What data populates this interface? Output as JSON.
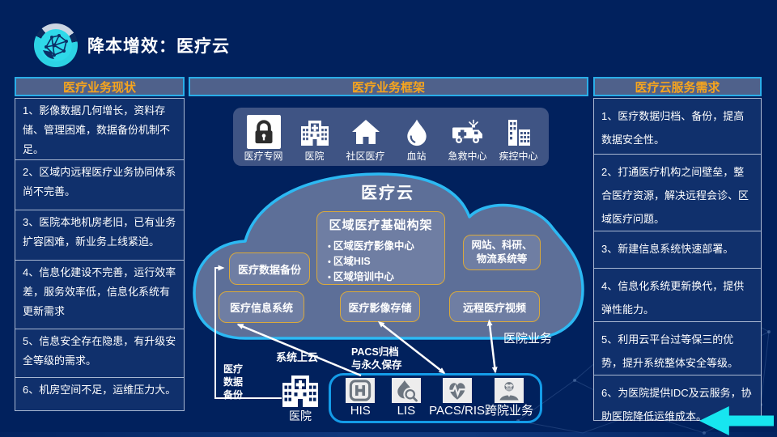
{
  "slide": {
    "title": "降本增效：医疗云"
  },
  "left_panel": {
    "header": "医疗业务现状",
    "items": [
      "1、影像数据几何增长，资料存储、管理困难，数据备份机制不足。",
      "2、区域内远程医疗业务协同体系尚不完善。",
      "3、医院本地机房老旧，已有业务扩容困难，新业务上线紧迫。",
      "4、信息化建设不完善，运行效率差，服务效率低，信息化系统有更新需求",
      "5、信息安全存在隐患，有升级安全等级的需求。",
      "6、机房空间不足，运维压力大。"
    ]
  },
  "right_panel": {
    "header": "医疗云服务需求",
    "items": [
      "1、医疗数据归档、备份，提高数据安全性。",
      "2、打通医疗机构之间壁垒，整合医疗资源，解决远程会诊、区域医疗问题。",
      "3、新建信息系统快速部署。",
      "4、信息化系统更新换代，提供弹性能力。",
      "5、利用云平台过等保三的优势，提升系统整体安全等级。",
      "6、为医院提供IDC及云服务，协助医院降低运维成本。"
    ]
  },
  "center": {
    "header": "医疗业务框架",
    "org_icons": [
      {
        "icon": "lock-icon",
        "label": "医疗专网"
      },
      {
        "icon": "hospital-icon",
        "label": "医院"
      },
      {
        "icon": "home-icon",
        "label": "社区医疗"
      },
      {
        "icon": "blood-drop-icon",
        "label": "血站"
      },
      {
        "icon": "ambulance-icon",
        "label": "急救中心"
      },
      {
        "icon": "buildings-icon",
        "label": "疾控中心"
      }
    ],
    "cloud": {
      "title": "医疗云",
      "infra_box": {
        "title": "区域医疗基础构架",
        "bullets": [
          "区域医疗影像中心",
          "区域HIS",
          "区域培训中心"
        ]
      },
      "web_box": {
        "line1": "网站、科研、",
        "line2": "物流系统等"
      },
      "backup_box": "医疗数据备份",
      "info_box": "医疗信息系统",
      "image_box": "医疗影像存储",
      "video_box": "远程医疗视频"
    },
    "annotations": {
      "hospital_business": "医院业务",
      "system_to_cloud": "系统上云",
      "pacs_archive_line1": "PACS归档",
      "pacs_archive_line2": "与永久保存",
      "backup_vertical": [
        "医疗",
        "数据",
        "备份"
      ],
      "hospital_label": "医院"
    },
    "bottom_panel": {
      "items": [
        {
          "icon": "his-icon",
          "label": "HIS"
        },
        {
          "icon": "lis-icon",
          "label": "LIS"
        },
        {
          "icon": "pacs-icon",
          "label": "PACS/RIS"
        },
        {
          "icon": "doctor-icon",
          "label": "跨院业务"
        }
      ]
    }
  },
  "colors": {
    "background": "#01215D",
    "accent_cyan": "#2CB9F3",
    "accent_orange": "#F7A51D",
    "gold_border": "#D9A93C",
    "cloud_fill": "#5D6F98",
    "panel_fill": "#3F5484",
    "nav_arrow": "#17E6F0"
  }
}
